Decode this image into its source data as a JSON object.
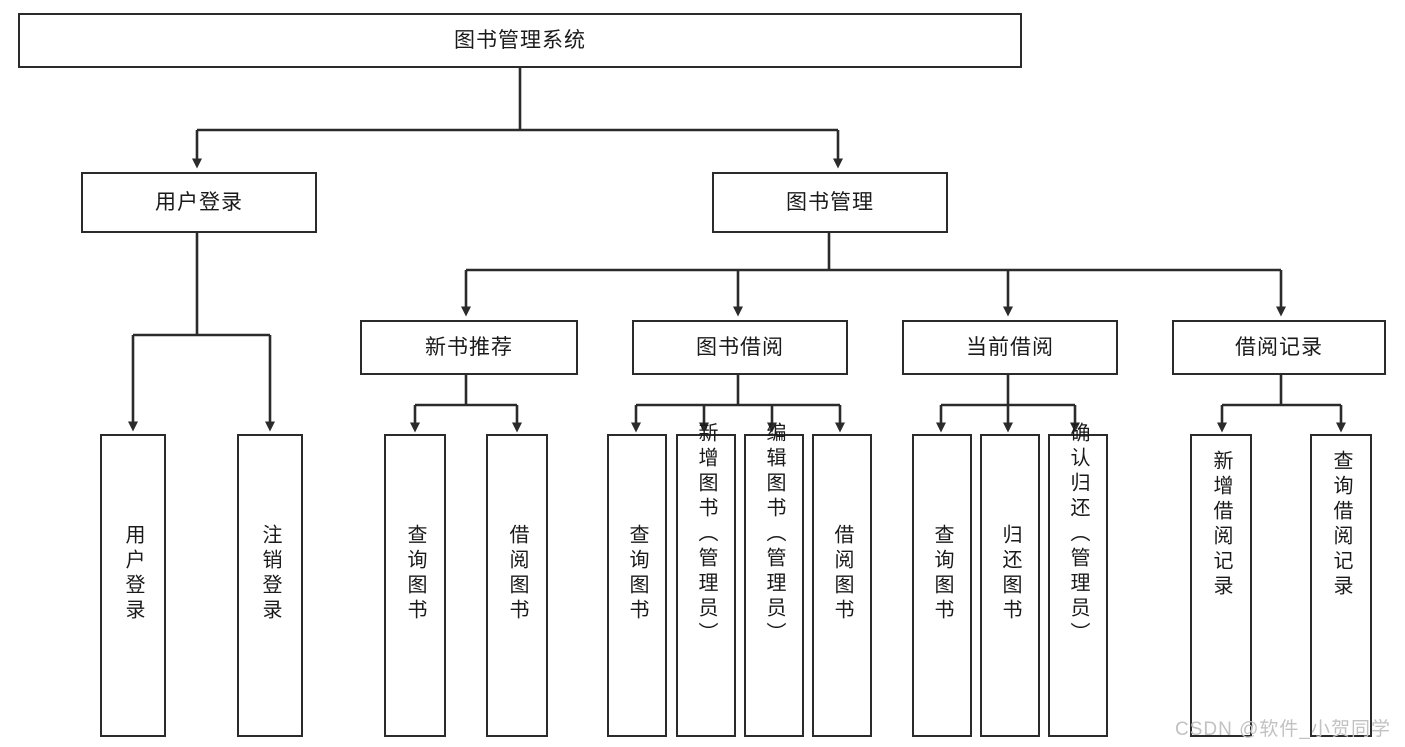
{
  "diagram": {
    "title": "图书管理系统",
    "watermark": "CSDN @软件_小贺同学",
    "colors": {
      "stroke": "#2b2b2b",
      "box_fill": "#ffffff",
      "text": "#1a1a1a",
      "watermark": "#c2c2c2",
      "background": "#ffffff"
    },
    "root": {
      "label": "图书管理系统"
    },
    "level1": [
      {
        "label": "用户登录"
      },
      {
        "label": "图书管理"
      }
    ],
    "level2": [
      {
        "label": "新书推荐"
      },
      {
        "label": "图书借阅"
      },
      {
        "label": "当前借阅"
      },
      {
        "label": "借阅记录"
      }
    ],
    "leaves": {
      "user_login": [
        {
          "label": "用户登录"
        },
        {
          "label": "注销登录"
        }
      ],
      "new_book": [
        {
          "label": "查询图书"
        },
        {
          "label": "借阅图书"
        }
      ],
      "borrow_book": [
        {
          "label": "查询图书"
        },
        {
          "label": "新增图书（管理员）"
        },
        {
          "label": "编辑图书（管理员）"
        },
        {
          "label": "借阅图书"
        }
      ],
      "current_borrow": [
        {
          "label": "查询图书"
        },
        {
          "label": "归还图书"
        },
        {
          "label": "确认归还（管理员）"
        }
      ],
      "borrow_record": [
        {
          "label": "新增借阅记录"
        },
        {
          "label": "查询借阅记录"
        }
      ]
    }
  }
}
